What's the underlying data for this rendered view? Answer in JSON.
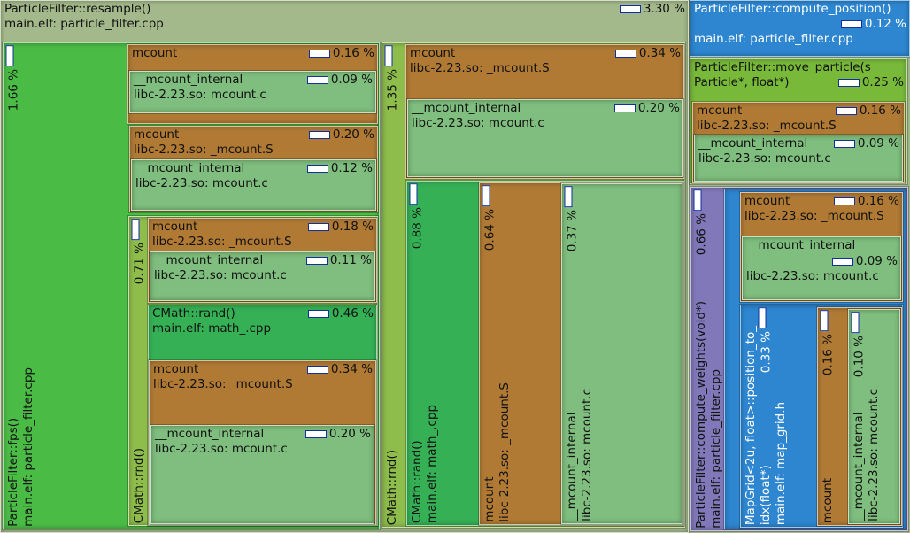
{
  "nodes": {
    "resample": {
      "label": "ParticleFilter::resample()",
      "file": "main.elf: particle_filter.cpp",
      "pct": "3.30 %"
    },
    "fps": {
      "label": "ParticleFilter::fps()",
      "file": "main.elf: particle_filter.cpp",
      "pct": "1.66 %"
    },
    "mcount_a": {
      "label": "mcount",
      "pct": "0.16 %"
    },
    "mci_a": {
      "label": "__mcount_internal",
      "file": "libc-2.23.so: mcount.c",
      "pct": "0.09 %"
    },
    "mcount_b": {
      "label": "mcount",
      "file": "libc-2.23.so: _mcount.S",
      "pct": "0.20 %"
    },
    "mci_b": {
      "label": "__mcount_internal",
      "file": "libc-2.23.so: mcount.c",
      "pct": "0.12 %"
    },
    "rnd1": {
      "label": "CMath::rnd()",
      "pct": "0.71 %"
    },
    "mcount_c": {
      "label": "mcount",
      "file": "libc-2.23.so: _mcount.S",
      "pct": "0.18 %"
    },
    "mci_c": {
      "label": "__mcount_internal",
      "file": "libc-2.23.so: mcount.c",
      "pct": "0.11 %"
    },
    "rand1": {
      "label": "CMath::rand()",
      "file": "main.elf: math_.cpp",
      "pct": "0.46 %"
    },
    "mcount_d": {
      "label": "mcount",
      "file": "libc-2.23.so: _mcount.S",
      "pct": "0.34 %"
    },
    "mci_d": {
      "label": "__mcount_internal",
      "file": "libc-2.23.so: mcount.c",
      "pct": "0.20 %"
    },
    "rnd2": {
      "label": "CMath::rnd()",
      "pct": "1.35 %"
    },
    "mcount_e": {
      "label": "mcount",
      "file": "libc-2.23.so: _mcount.S",
      "pct": "0.34 %"
    },
    "mci_e": {
      "label": "__mcount_internal",
      "file": "libc-2.23.so: mcount.c",
      "pct": "0.20 %"
    },
    "rand2": {
      "label": "CMath::rand()",
      "file": "main.elf: math_.cpp",
      "pct": "0.88 %"
    },
    "mcount_f": {
      "label": "mcount",
      "file": "libc-2.23.so: _mcount.S",
      "pct": "0.64 %"
    },
    "mci_f": {
      "label": "__mcount_internal",
      "file": "libc-2.23.so: mcount.c",
      "pct": "0.37 %"
    },
    "compute_position": {
      "label": "ParticleFilter::compute_position()",
      "file": "main.elf: particle_filter.cpp",
      "pct": "0.12 %"
    },
    "move_particle": {
      "label": "ParticleFilter::move_particle(s",
      "label2": "Particle*, float*)",
      "pct": "0.25 %"
    },
    "mcount_g": {
      "label": "mcount",
      "file": "libc-2.23.so: _mcount.S",
      "pct": "0.16 %"
    },
    "mci_g": {
      "label": "__mcount_internal",
      "file": "libc-2.23.so: mcount.c",
      "pct": "0.09 %"
    },
    "compute_weights": {
      "label": "ParticleFilter::compute_weights(void*)",
      "file": "main.elf: particle_filter.cpp",
      "pct": "0.66 %"
    },
    "mcount_h": {
      "label": "mcount",
      "file": "libc-2.23.so: _mcount.S",
      "pct": "0.16 %"
    },
    "mci_h": {
      "label": "__mcount_internal",
      "file": "libc-2.23.so: mcount.c",
      "pct": "0.09 %"
    },
    "mapgrid": {
      "label": "MapGrid<2u, float>::position_to_",
      "label2": "idx(float*)",
      "file": "main.elf: map_grid.h",
      "pct": "0.33 %"
    },
    "mcount_i": {
      "label": "mcount",
      "pct": "0.16 %"
    },
    "mci_i": {
      "label": "__mcount_internal",
      "file": "libc-2.23.so: mcount.c",
      "pct": "0.10 %"
    }
  }
}
